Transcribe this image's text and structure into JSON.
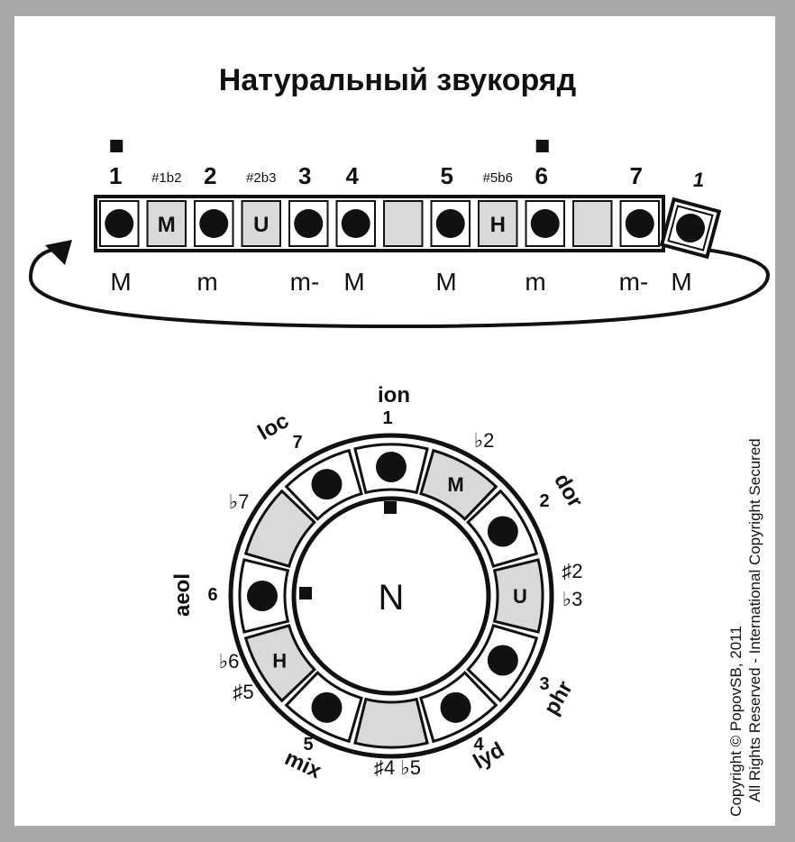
{
  "title": "Натуральный звукоряд",
  "colors": {
    "frame": "#a8a8a8",
    "cell_shaded": "#d9d9d9",
    "ink": "#111111",
    "paper": "#ffffff"
  },
  "strip": {
    "cells": [
      {
        "kind": "dot",
        "top": "1",
        "top_style": "big",
        "square": true
      },
      {
        "kind": "letter",
        "letter": "M",
        "top": "#1b2",
        "top_style": "small"
      },
      {
        "kind": "dot",
        "top": "2",
        "top_style": "big"
      },
      {
        "kind": "letter",
        "letter": "U",
        "top": "#2b3",
        "top_style": "small"
      },
      {
        "kind": "dot",
        "top": "3",
        "top_style": "big"
      },
      {
        "kind": "dot",
        "top": "4",
        "top_style": "big"
      },
      {
        "kind": "empty"
      },
      {
        "kind": "dot",
        "top": "5",
        "top_style": "big"
      },
      {
        "kind": "letter",
        "letter": "H",
        "top": "#5b6",
        "top_style": "small"
      },
      {
        "kind": "dot",
        "top": "6",
        "top_style": "big",
        "square": true
      },
      {
        "kind": "empty"
      },
      {
        "kind": "dot",
        "top": "7",
        "top_style": "big"
      }
    ],
    "tilted_cell": {
      "label": "1"
    },
    "bottom_labels": [
      "M",
      "m",
      "m-",
      "M",
      "M",
      "m",
      "m-",
      "M"
    ]
  },
  "circle": {
    "center_label": "N",
    "segments": [
      {
        "kind": "dot",
        "number": "1",
        "mode": "ion"
      },
      {
        "kind": "letter",
        "letter": "M",
        "accidentals": [
          "b2"
        ]
      },
      {
        "kind": "dot",
        "number": "2",
        "mode": "dor"
      },
      {
        "kind": "letter",
        "letter": "U",
        "accidentals": [
          "#2",
          "b3"
        ]
      },
      {
        "kind": "dot",
        "number": "3",
        "mode": "phr"
      },
      {
        "kind": "dot",
        "number": "4",
        "mode": "lyd"
      },
      {
        "kind": "empty",
        "accidentals": [
          "#4 b5"
        ]
      },
      {
        "kind": "dot",
        "number": "5",
        "mode": "mix"
      },
      {
        "kind": "letter",
        "letter": "H",
        "accidentals": [
          "b6",
          "#5"
        ]
      },
      {
        "kind": "dot",
        "number": "6",
        "mode": "aeol"
      },
      {
        "kind": "empty",
        "accidentals": [
          "b7"
        ]
      },
      {
        "kind": "dot",
        "number": "7",
        "mode": "loc"
      }
    ]
  },
  "copyright": {
    "line1": "Copyright © PopovSB, 2011",
    "line2": "All Rights Reserved - International Copyright Secured"
  }
}
